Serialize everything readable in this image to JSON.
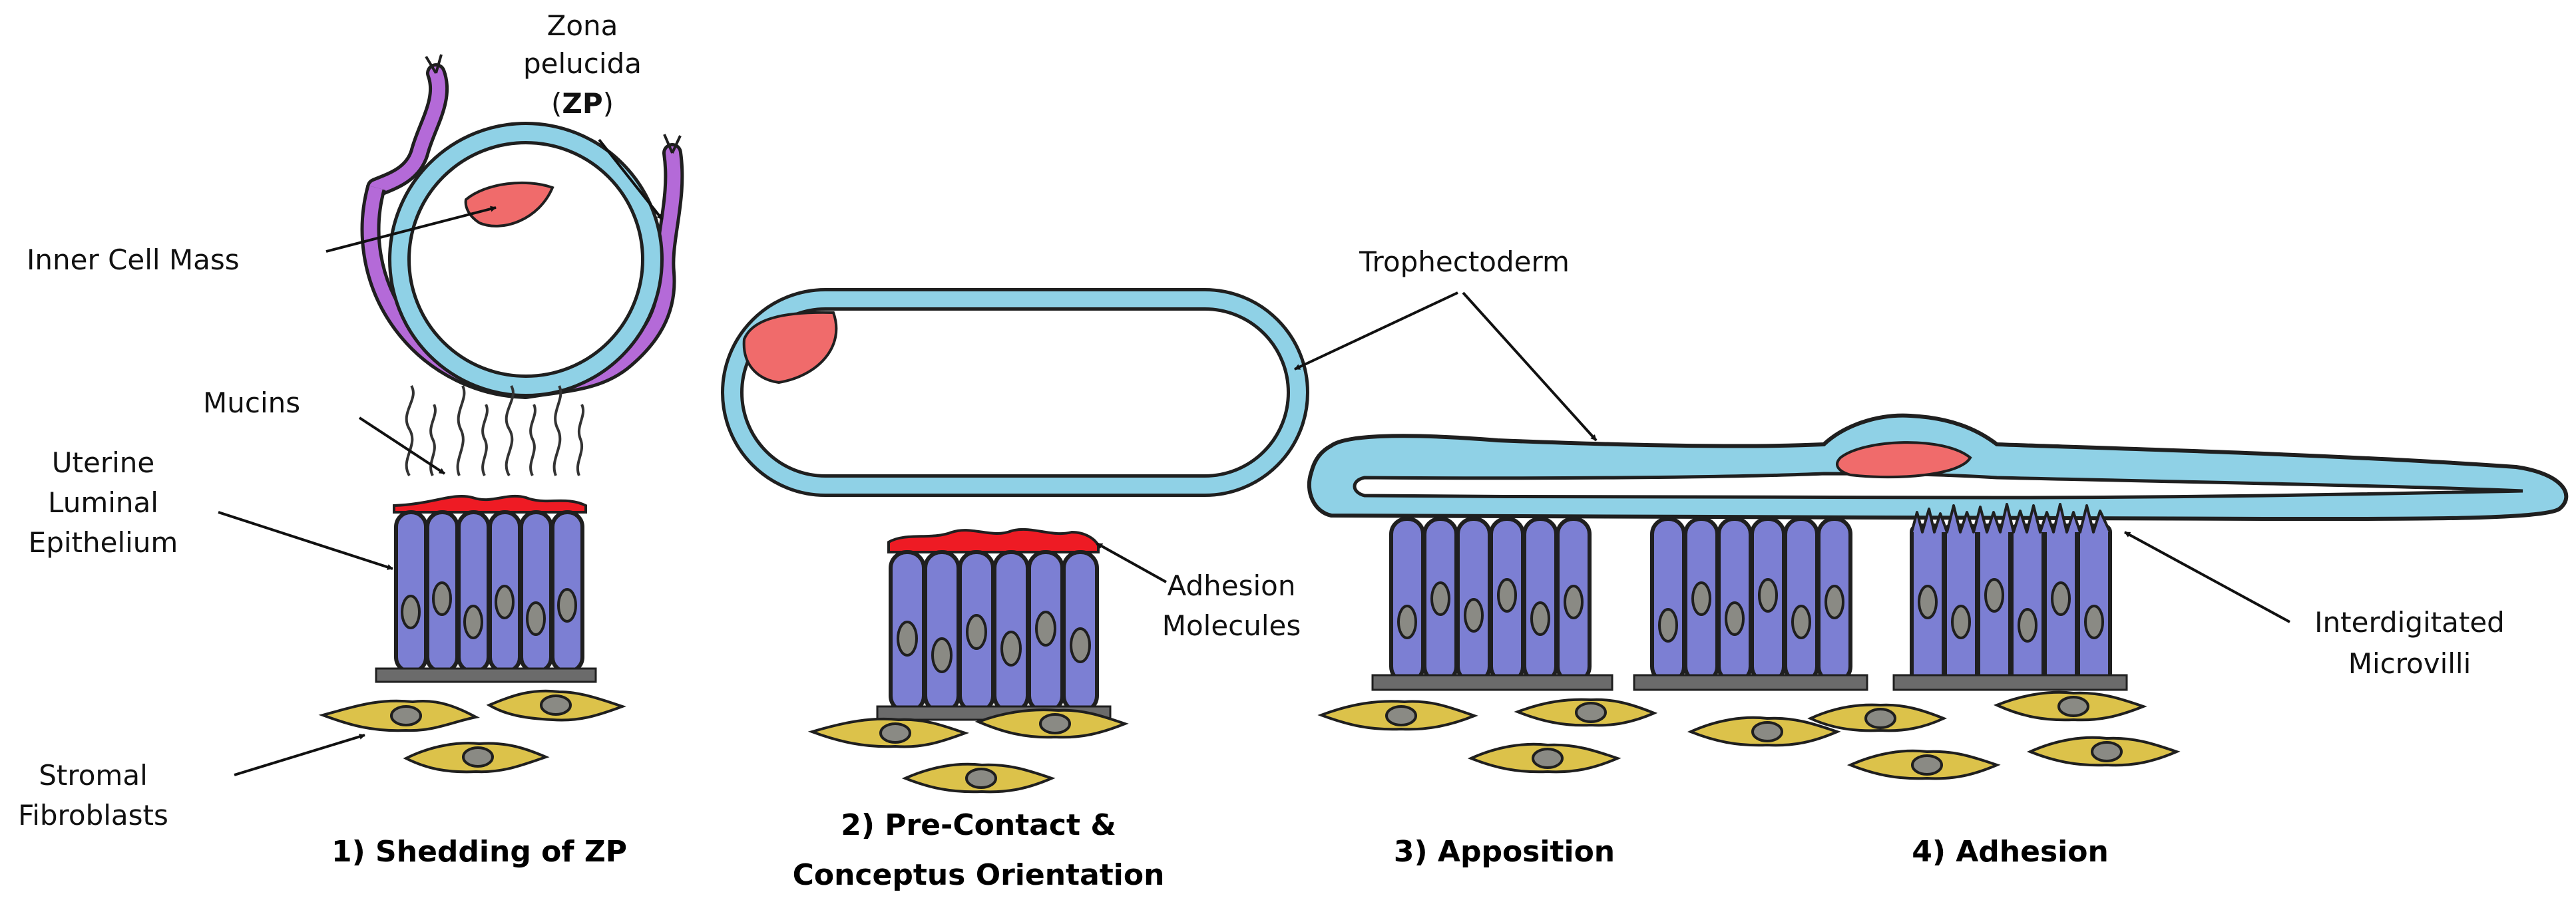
{
  "labels": {
    "zona_line1": "Zona",
    "zona_line2": "pelucida",
    "zona_abbr_open": "(",
    "zona_abbr": "ZP",
    "zona_abbr_close": ")",
    "inner_cell_mass": "Inner Cell Mass",
    "mucins": "Mucins",
    "uterine_line1": "Uterine",
    "uterine_line2": "Luminal",
    "uterine_line3": "Epithelium",
    "stromal_line1": "Stromal",
    "stromal_line2": "Fibroblasts",
    "trophectoderm": "Trophectoderm",
    "adhesion_line1": "Adhesion",
    "adhesion_line2": "Molecules",
    "microvilli_line1": "Interdigitated",
    "microvilli_line2": "Microvilli"
  },
  "stages": {
    "stage1": "1) Shedding of ZP",
    "stage2_line1": "2) Pre-Contact &",
    "stage2_line2": "Conceptus Orientation",
    "stage3": "3) Apposition",
    "stage4": "4) Adhesion"
  },
  "colors": {
    "trophectoderm": "#8fd1e6",
    "inner_cell_mass": "#f06b6b",
    "zona_pellucida": "#b46ad8",
    "epithelium": "#7c7fd3",
    "nucleus": "#8a8a84",
    "stroma": "#dcc24a",
    "surface_red": "#ee1b24",
    "basement": "#6b6b6b"
  }
}
